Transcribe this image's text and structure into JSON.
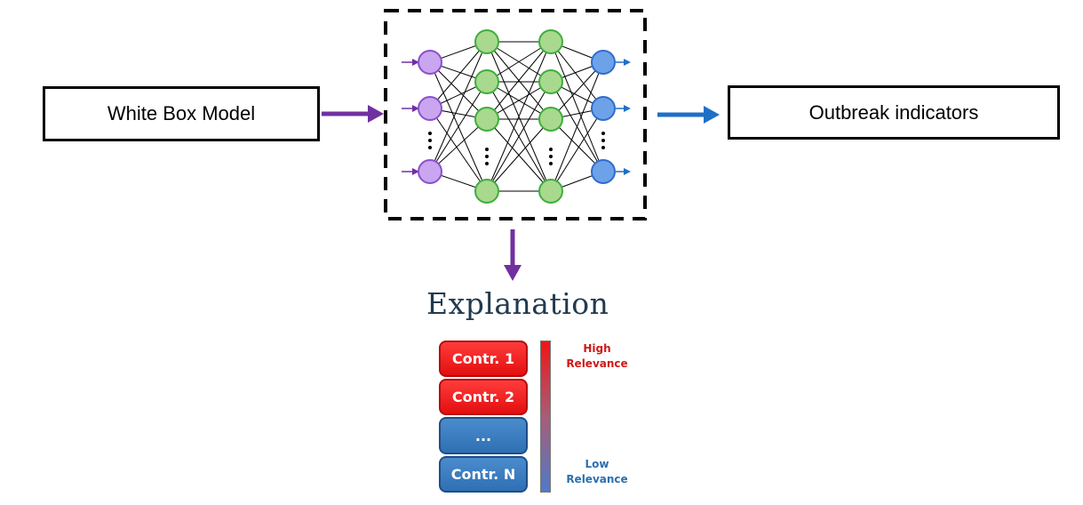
{
  "input_box": {
    "label": "White Box Model"
  },
  "output_box": {
    "label": "Outbreak indicators"
  },
  "network": {
    "layer_colors": {
      "input": {
        "fill": "#c9a6ef",
        "stroke": "#8c4fd0"
      },
      "hidden": {
        "fill": "#a8d98f",
        "stroke": "#3fae3c"
      },
      "output": {
        "fill": "#6ea2e8",
        "stroke": "#2f6ccc"
      }
    },
    "ellipsis": "⋮"
  },
  "arrow_colors": {
    "input": "#7030a0",
    "output": "#1f6fc7",
    "explanation": "#7030a0"
  },
  "explanation": {
    "title": "Explanation",
    "items": [
      {
        "label": "Contr. 1",
        "color": "red"
      },
      {
        "label": "Contr. 2",
        "color": "red"
      },
      {
        "label": "...",
        "color": "blue"
      },
      {
        "label": "Contr. N",
        "color": "blue"
      }
    ],
    "high_label": [
      "High",
      "Relevance"
    ],
    "low_label": [
      "Low",
      "Relevance"
    ]
  }
}
